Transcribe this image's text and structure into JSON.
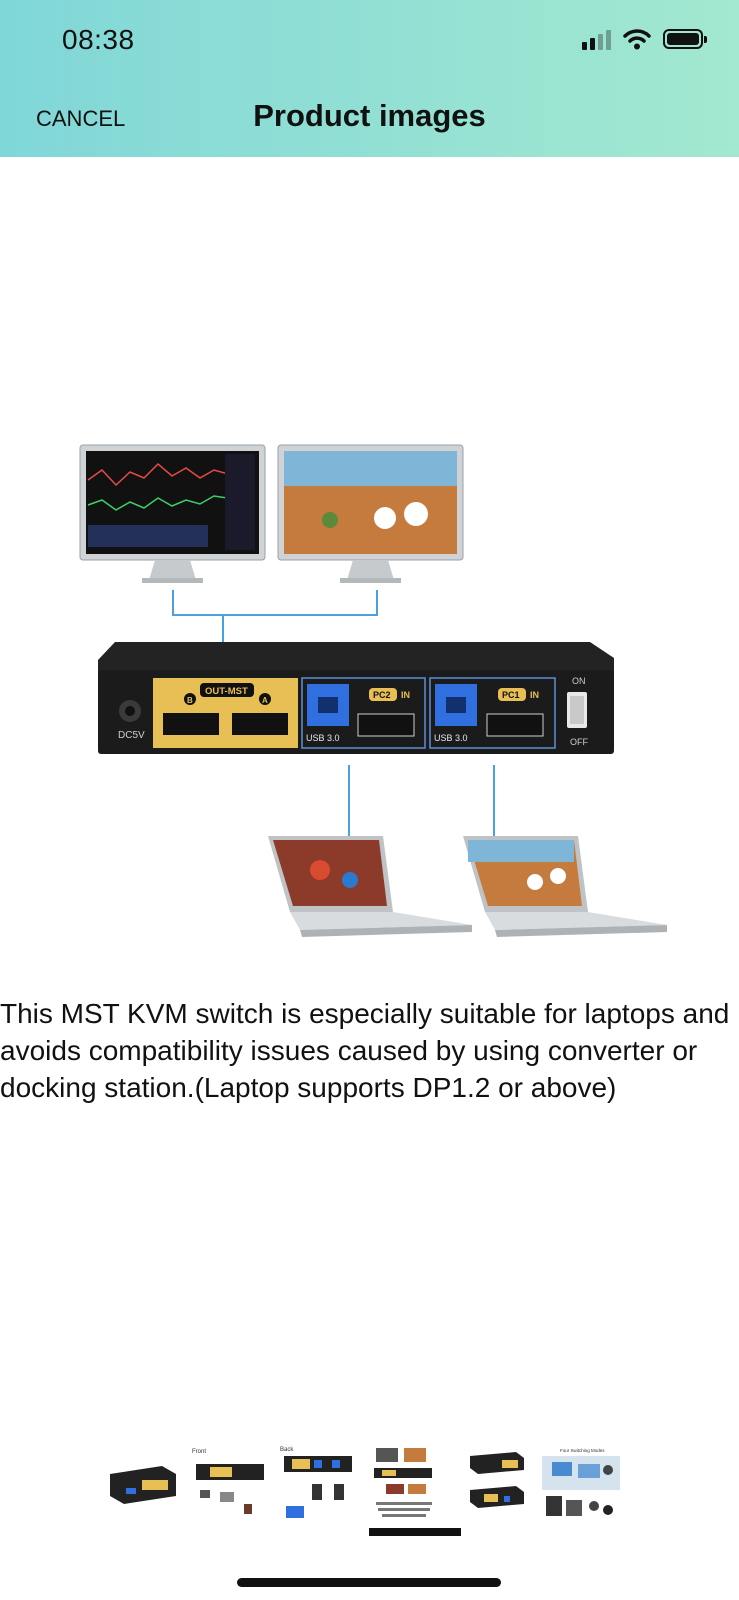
{
  "status_bar": {
    "time": "08:38"
  },
  "header": {
    "cancel_label": "CANCEL",
    "title": "Product images"
  },
  "product_image": {
    "device_labels": {
      "out_label": "OUT-MST",
      "port_b": "B",
      "port_a": "A",
      "power_label": "DC5V",
      "pc2_label": "PC2",
      "pc1_label": "PC1",
      "in_label": "IN",
      "usb_label": "USB 3.0",
      "on_label": "ON",
      "off_label": "OFF"
    }
  },
  "description": "This MST KVM switch is especially suitable for laptops and avoids compatibility issues caused by using converter or docking station.(Laptop supports DP1.2 or above)",
  "thumbnails": [
    {
      "name": "kvm-switch-angled"
    },
    {
      "name": "front-view",
      "caption": "Front"
    },
    {
      "name": "back-view",
      "caption": "Back"
    },
    {
      "name": "mst-connection-diagram"
    },
    {
      "name": "two-units"
    },
    {
      "name": "switching-modes",
      "caption": "Four Switching Modes"
    }
  ],
  "colors": {
    "header_start": "#80d7d8",
    "header_end": "#a3e8d0",
    "gold_panel": "#e7bf54",
    "usb_blue": "#2f6fe0"
  }
}
